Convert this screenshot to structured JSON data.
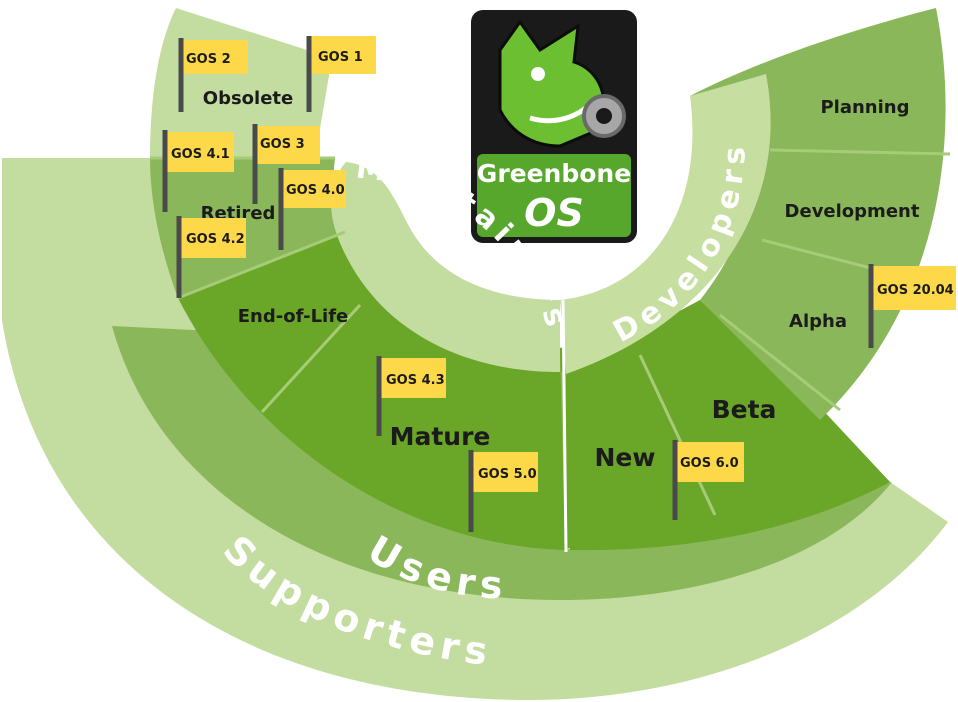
{
  "logo": {
    "line1": "Greenbone",
    "line2": "OS"
  },
  "arcs": {
    "maintainers": "Maintainers",
    "developers": "Developers",
    "users": "Users",
    "supporters": "Supporters"
  },
  "phases": {
    "obsolete": "Obsolete",
    "retired": "Retired",
    "end_of_life": "End-of-Life",
    "mature": "Mature",
    "new": "New",
    "beta": "Beta",
    "alpha": "Alpha",
    "development": "Development",
    "planning": "Planning"
  },
  "flags": {
    "gos2": "GOS 2",
    "gos1": "GOS 1",
    "gos41": "GOS 4.1",
    "gos3": "GOS 3",
    "gos40": "GOS 4.0",
    "gos42": "GOS 4.2",
    "gos43": "GOS 4.3",
    "gos50": "GOS 5.0",
    "gos60": "GOS 6.0",
    "gos2004": "GOS 20.04"
  },
  "colors": {
    "supporters": "#c3dca0",
    "users": "#8ab75a",
    "core": "#6aa628",
    "light_band": "#c3dca0",
    "developers_band": "#c6dea0",
    "flag_fill": "#fdd94a",
    "flag_pole": "#4a4a4a"
  }
}
